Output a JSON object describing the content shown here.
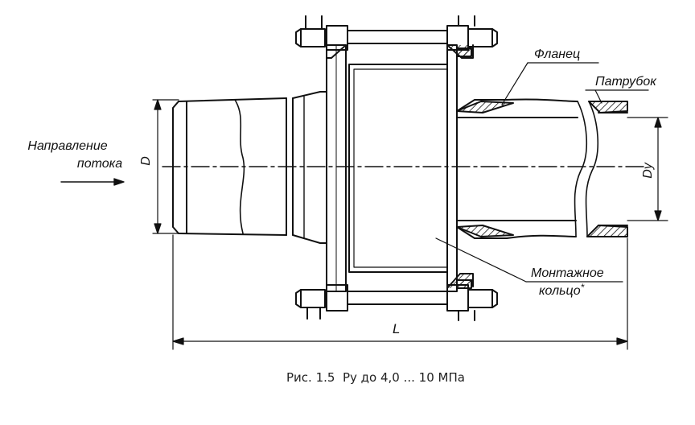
{
  "labels": {
    "flow_line1": "Направление",
    "flow_line2": "потока",
    "flange": "Фланец",
    "nozzle": "Патрубок",
    "ring_line1": "Монтажное",
    "ring_line2": "кольцо",
    "ring_mark": "*",
    "dim_D": "D",
    "dim_Dy": "Dy",
    "dim_L": "L"
  },
  "caption": "Рис. 1.5  Ру до 4,0 ... 10 МПа",
  "colors": {
    "ink": "#111111",
    "background": "#ffffff"
  }
}
